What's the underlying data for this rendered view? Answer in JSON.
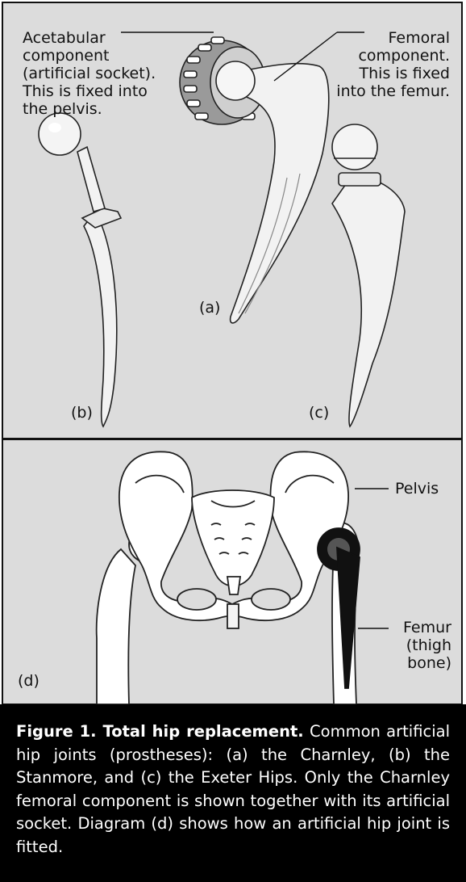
{
  "labels": {
    "acetabular": [
      "Acetabular",
      "component",
      "(artificial socket).",
      "This is fixed into",
      "the pelvis."
    ],
    "femoral": [
      "Femoral",
      "component.",
      "This is fixed",
      "into the femur."
    ],
    "pelvis": "Pelvis",
    "femur": [
      "Femur",
      "(thigh",
      "bone)"
    ]
  },
  "panel_letters": {
    "a": "(a)",
    "b": "(b)",
    "c": "(c)",
    "d": "(d)"
  },
  "caption": {
    "title": "Figure 1. Total hip replacement.",
    "body": "Common artificial hip joints (prostheses): (a) the Charnley, (b) the Stanmore, and (c) the Exeter Hips. Only the Charnley femoral component is shown together with its artificial socket. Diagram (d) shows how an artificial hip joint is fitted."
  },
  "colors": {
    "panel": "#dcdcdc",
    "caption_bg": "#000000",
    "prosthesis": "#f2f2f2",
    "implant_dark": "#111111"
  }
}
